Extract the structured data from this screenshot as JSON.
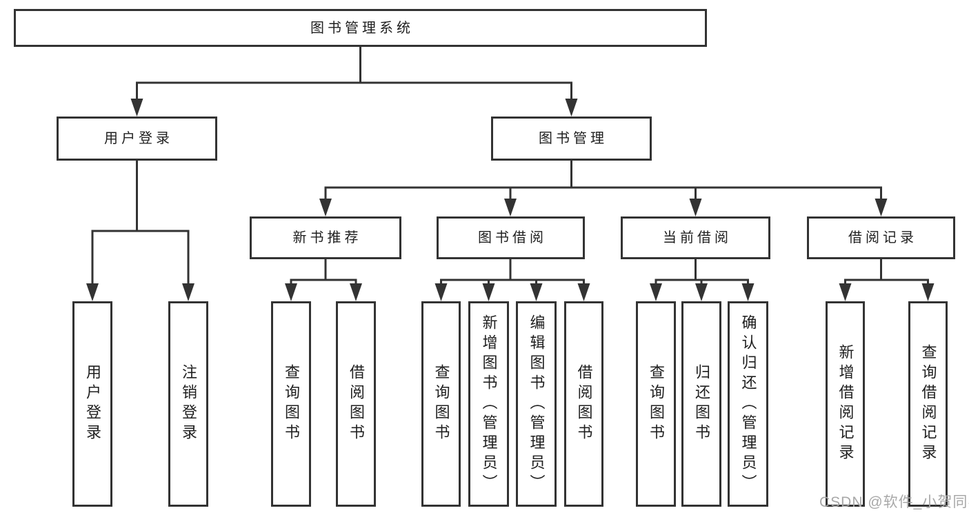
{
  "colors": {
    "line": "#333333",
    "box_bg": "#ffffff",
    "text": "#1f1f1f",
    "watermark": "#a8a8a8",
    "canvas_bg": "#ffffff"
  },
  "watermark": "CSDN @软件_小贺同学",
  "tree": {
    "root": {
      "label": "图书管理系统"
    },
    "branches": [
      {
        "label": "用户登录",
        "children": [
          {
            "label": "用户登录"
          },
          {
            "label": "注销登录"
          }
        ]
      },
      {
        "label": "图书管理",
        "children": [
          {
            "label": "新书推荐",
            "children": [
              {
                "label": "查询图书"
              },
              {
                "label": "借阅图书"
              }
            ]
          },
          {
            "label": "图书借阅",
            "children": [
              {
                "label": "查询图书"
              },
              {
                "label": "新增图书（管理员）"
              },
              {
                "label": "编辑图书（管理员）"
              },
              {
                "label": "借阅图书"
              }
            ]
          },
          {
            "label": "当前借阅",
            "children": [
              {
                "label": "查询图书"
              },
              {
                "label": "归还图书"
              },
              {
                "label": "确认归还（管理员）"
              }
            ]
          },
          {
            "label": "借阅记录",
            "children": [
              {
                "label": "新增借阅记录"
              },
              {
                "label": "查询借阅记录"
              }
            ]
          }
        ]
      }
    ]
  }
}
